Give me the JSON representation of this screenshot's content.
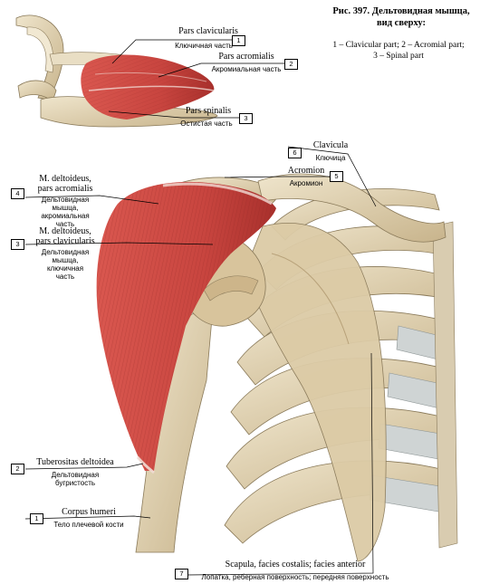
{
  "figure": {
    "title_line1": "Рис. 397. Дельтовидная мышца,",
    "title_line2": "вид сверху:",
    "legend_line1": "1 – Clavicular part; 2 – Acromial part;",
    "legend_line2": "3 – Spinal part"
  },
  "top_labels": [
    {
      "num": "1",
      "latin": "Pars clavicularis",
      "russian": "Ключичная часть"
    },
    {
      "num": "2",
      "latin": "Pars acromialis",
      "russian": "Акромиальная часть"
    },
    {
      "num": "3",
      "latin": "Pars spinalis",
      "russian": "Остистая часть"
    }
  ],
  "main_labels": {
    "clavicula": {
      "num": "6",
      "latin": "Clavicula",
      "russian": "Ключица"
    },
    "acromion": {
      "num": "5",
      "latin": "Acromion",
      "russian": "Акромион"
    },
    "deltoid_acromial": {
      "num": "4",
      "latin_1": "M. deltoideus,",
      "latin_2": "pars acromialis",
      "russian_1": "Дельтовидная",
      "russian_2": "мышца,",
      "russian_3": "акромиальная",
      "russian_4": "часть"
    },
    "deltoid_clavicular": {
      "num": "3",
      "latin_1": "M. deltoideus,",
      "latin_2": "pars clavicularis",
      "russian_1": "Дельтовидная",
      "russian_2": "мышца,",
      "russian_3": "ключичная",
      "russian_4": "часть"
    },
    "tuberositas": {
      "num": "2",
      "latin": "Tuberositas deltoidea",
      "russian_1": "Дельтовидная",
      "russian_2": "бугристость"
    },
    "corpus": {
      "num": "1",
      "latin": "Corpus humeri",
      "russian": "Тело плечевой кости"
    },
    "scapula": {
      "num": "7",
      "latin": "Scapula, facies costalis; facies anterior",
      "russian": "Лопатка, реберная поверхность; передняя поверхность"
    }
  },
  "colors": {
    "muscle": "#c8453f",
    "muscle_dark": "#9c2a28",
    "bone": "#e8dcc0",
    "bone_shade": "#c9b58e",
    "cartilage": "#cfd4d4"
  }
}
